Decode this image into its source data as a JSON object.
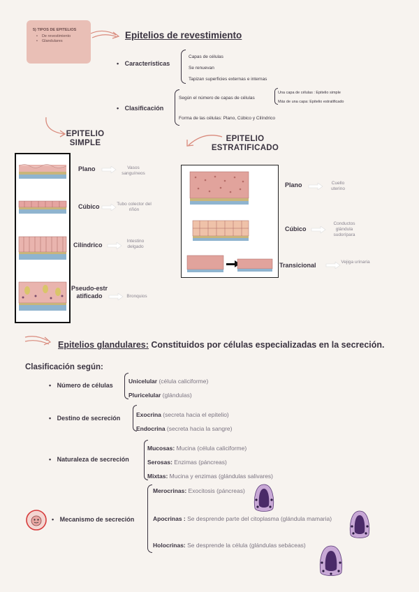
{
  "note": {
    "title": "5) TIPOS DE EPITELIOS",
    "items": [
      "De revestimiento",
      "Glandulares"
    ]
  },
  "revestimiento": {
    "title": "Epitelios de revestimiento",
    "caracteristicas": {
      "label": "Características",
      "items": [
        "Capas de células",
        "Se renuevan",
        "Tapizan superficies externas e internas"
      ]
    },
    "clasificacion": {
      "label": "Clasificación",
      "capas_label": "Según el número de capas de células",
      "capas_items": [
        "Una capa de células : Epitelio simple",
        "Más de una capa: Epitelio estratificado"
      ],
      "forma_label": "Forma de las células: Plano, Cúbico y Cilíndrico"
    }
  },
  "simple": {
    "title_line1": "EPITELIO",
    "title_line2": "SIMPLE",
    "rows": [
      {
        "label": "Plano",
        "example": "Vasos sanguíneos"
      },
      {
        "label": "Cúbico",
        "example": "Tubo colector del riñón"
      },
      {
        "label": "Cilíndrico",
        "example": "Intestino delgado"
      },
      {
        "label": "Pseudo-estratificado",
        "example": "Bronquios"
      }
    ]
  },
  "estratificado": {
    "title_line1": "EPITELIO",
    "title_line2": "ESTRATIFICADO",
    "rows": [
      {
        "label": "Plano",
        "example": "Cuello uterino"
      },
      {
        "label": "Cúbico",
        "example": "Conductos glándula sudorípara"
      },
      {
        "label": "Transicional",
        "example": "Vejiga urinaria"
      }
    ]
  },
  "glandulares": {
    "title": "Epitelios glandulares:",
    "title_rest": " Constituidos por células especializadas en la secreción.",
    "clasif_label": "Clasificación según:",
    "groups": [
      {
        "label": "Número de células",
        "items": [
          {
            "bold": "Unicelular",
            "rest": " (célula caliciforme)"
          },
          {
            "bold": "Pluricelular",
            "rest": " (glándulas)"
          }
        ]
      },
      {
        "label": "Destino de secreción",
        "items": [
          {
            "bold": "Exocrina",
            "rest": " (secreta hacia el epitelio)"
          },
          {
            "bold": "Endocrina",
            "rest": " (secreta hacia la sangre)"
          }
        ]
      },
      {
        "label": "Naturaleza de secreción",
        "items": [
          {
            "bold": "Mucosas:",
            "rest": " Mucina (célula caliciforme)"
          },
          {
            "bold": "Serosas:",
            "rest": " Enzimas (páncreas)"
          },
          {
            "bold": "Mixtas:",
            "rest": " Mucina y enzimas (glándulas salivares)"
          }
        ]
      },
      {
        "label": "Mecanismo de secreción",
        "items": [
          {
            "bold": "Merocrinas:",
            "rest": " Exocitosis (páncreas)"
          },
          {
            "bold": "Apocrinas :",
            "rest": " Se desprende parte del citoplasma (glándula mamaria)"
          },
          {
            "bold": "Holocrinas:",
            "rest": " Se desprende la célula (glándulas sebáceas)"
          }
        ]
      }
    ]
  },
  "colors": {
    "accent": "#d98a7c",
    "note_bg": "#e9bfb6",
    "text": "#3a3340",
    "tissue_pink": "#e5a4a0",
    "tissue_blue": "#8fb4cf",
    "gland_purple": "#5a3a78"
  }
}
